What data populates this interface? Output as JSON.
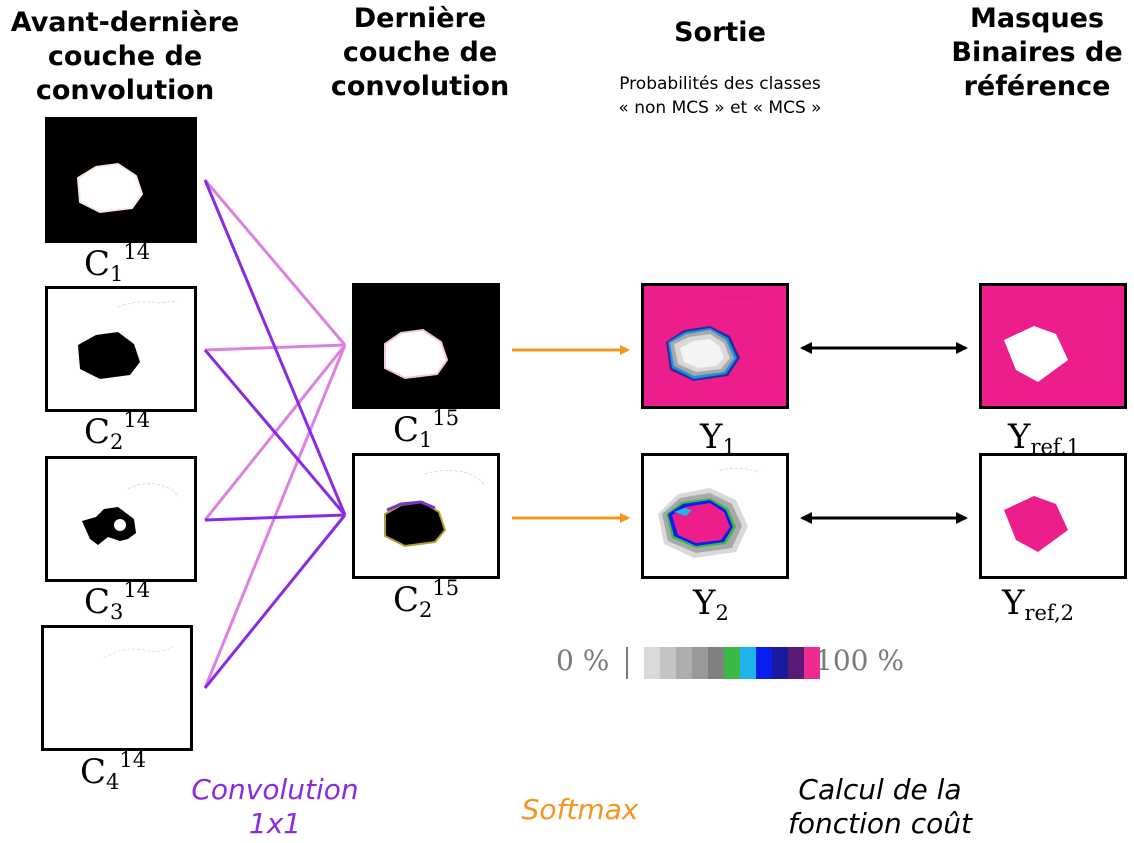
{
  "headers": {
    "penultimate": [
      "Avant-dernière",
      "couche de",
      "convolution"
    ],
    "last": [
      "Dernière",
      "couche de",
      "convolution"
    ],
    "output": "Sortie",
    "output_sub": [
      "Probabilités des classes",
      "« non MCS » et « MCS »"
    ],
    "reference": [
      "Masques",
      "Binaires de",
      "référence"
    ]
  },
  "labels": {
    "c1_14": {
      "base": "C",
      "sub": "1",
      "sup": "14"
    },
    "c2_14": {
      "base": "C",
      "sub": "2",
      "sup": "14"
    },
    "c3_14": {
      "base": "C",
      "sub": "3",
      "sup": "14"
    },
    "c4_14": {
      "base": "C",
      "sub": "4",
      "sup": "14"
    },
    "c1_15": {
      "base": "C",
      "sub": "1",
      "sup": "15"
    },
    "c2_15": {
      "base": "C",
      "sub": "2",
      "sup": "15"
    },
    "y1": {
      "base": "Y",
      "sub": "1"
    },
    "y2": {
      "base": "Y",
      "sub": "2"
    },
    "yref1": {
      "base": "Y",
      "sub": "ref,1"
    },
    "yref2": {
      "base": "Y",
      "sub": "ref,2"
    }
  },
  "legend": {
    "min_label": "0 %",
    "max_label": "100 %",
    "colors": [
      "#ffffff",
      "#d9d9d9",
      "#c4c4c4",
      "#adadad",
      "#999999",
      "#808080",
      "#3cb846",
      "#1fb4e8",
      "#0a1ef0",
      "#1a1a9c",
      "#5a1a78",
      "#ef2a91"
    ]
  },
  "captions": {
    "convolution": [
      "Convolution",
      "1x1"
    ],
    "softmax": "Softmax",
    "cost": [
      "Calcul de la",
      "fonction coût"
    ]
  },
  "colors": {
    "conv_purple": "#8a2be2",
    "conv_light": "#dd80e0",
    "softmax_orange": "#f7941d",
    "magenta": "#ec1e8c",
    "black": "#000000"
  }
}
